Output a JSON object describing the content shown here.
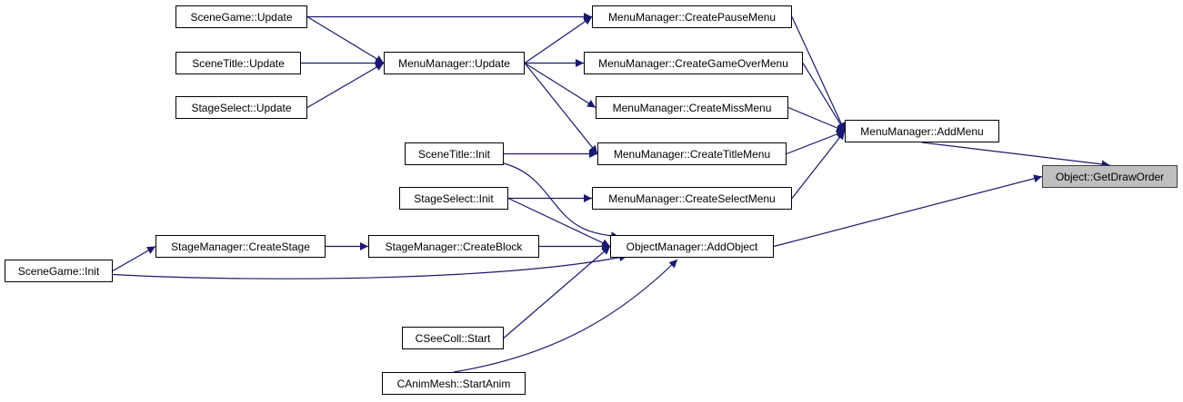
{
  "graph": {
    "edge_color": "#191970",
    "focus_fill": "#bfbfbf",
    "nodes": {
      "scene_game_update": "SceneGame::Update",
      "scene_title_update": "SceneTitle::Update",
      "stage_select_update": "StageSelect::Update",
      "menu_manager_update": "MenuManager::Update",
      "create_pause_menu": "MenuManager::CreatePauseMenu",
      "create_game_over_menu": "MenuManager::CreateGameOverMenu",
      "create_miss_menu": "MenuManager::CreateMissMenu",
      "create_title_menu": "MenuManager::CreateTitleMenu",
      "create_select_menu": "MenuManager::CreateSelectMenu",
      "add_menu": "MenuManager::AddMenu",
      "get_draw_order": "Object::GetDrawOrder",
      "scene_title_init": "SceneTitle::Init",
      "stage_select_init": "StageSelect::Init",
      "scene_game_init": "SceneGame::Init",
      "create_stage": "StageManager::CreateStage",
      "create_block": "StageManager::CreateBlock",
      "add_object": "ObjectManager::AddObject",
      "csee_coll_start": "CSeeColl::Start",
      "canim_mesh_start_anim": "CAnimMesh::StartAnim"
    },
    "edges": [
      [
        "scene_game_update",
        "create_pause_menu"
      ],
      [
        "scene_game_update",
        "menu_manager_update"
      ],
      [
        "scene_title_update",
        "menu_manager_update"
      ],
      [
        "stage_select_update",
        "menu_manager_update"
      ],
      [
        "menu_manager_update",
        "create_pause_menu"
      ],
      [
        "menu_manager_update",
        "create_game_over_menu"
      ],
      [
        "menu_manager_update",
        "create_miss_menu"
      ],
      [
        "menu_manager_update",
        "create_title_menu"
      ],
      [
        "create_pause_menu",
        "add_menu"
      ],
      [
        "create_game_over_menu",
        "add_menu"
      ],
      [
        "create_miss_menu",
        "add_menu"
      ],
      [
        "create_title_menu",
        "add_menu"
      ],
      [
        "create_select_menu",
        "add_menu"
      ],
      [
        "add_menu",
        "get_draw_order"
      ],
      [
        "add_object",
        "get_draw_order"
      ],
      [
        "scene_title_init",
        "create_title_menu"
      ],
      [
        "scene_title_init",
        "add_object"
      ],
      [
        "stage_select_init",
        "create_select_menu"
      ],
      [
        "stage_select_init",
        "add_object"
      ],
      [
        "scene_game_init",
        "create_stage"
      ],
      [
        "scene_game_init",
        "add_object"
      ],
      [
        "create_stage",
        "create_block"
      ],
      [
        "create_block",
        "add_object"
      ],
      [
        "csee_coll_start",
        "add_object"
      ],
      [
        "canim_mesh_start_anim",
        "add_object"
      ]
    ]
  }
}
